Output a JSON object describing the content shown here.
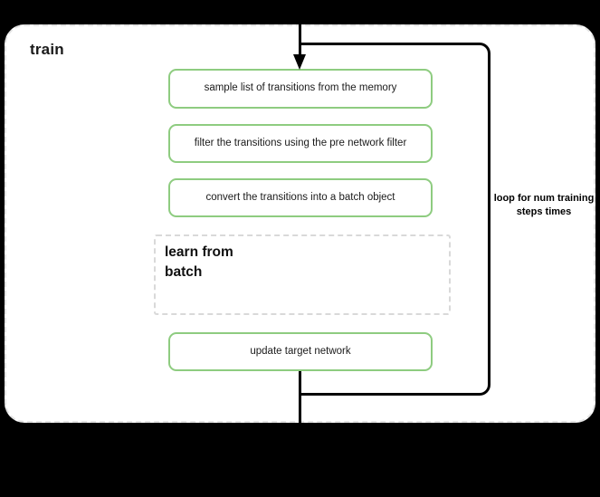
{
  "diagram": {
    "scope_title": "train",
    "steps": [
      {
        "label": "sample list of transitions from the memory"
      },
      {
        "label": "filter the transitions using the pre network filter"
      },
      {
        "label": "convert the transitions into a batch object"
      },
      {
        "label": "update target network"
      }
    ],
    "sub_block": {
      "title": "learn from batch"
    },
    "loop": {
      "label": "loop for num training steps times"
    },
    "colors": {
      "process_border": "#8ecc80",
      "container_border": "#e4e4e4",
      "sub_block_border": "#d9d9d9",
      "flow_line": "#000000",
      "background": "#000000",
      "surface": "#ffffff"
    }
  }
}
